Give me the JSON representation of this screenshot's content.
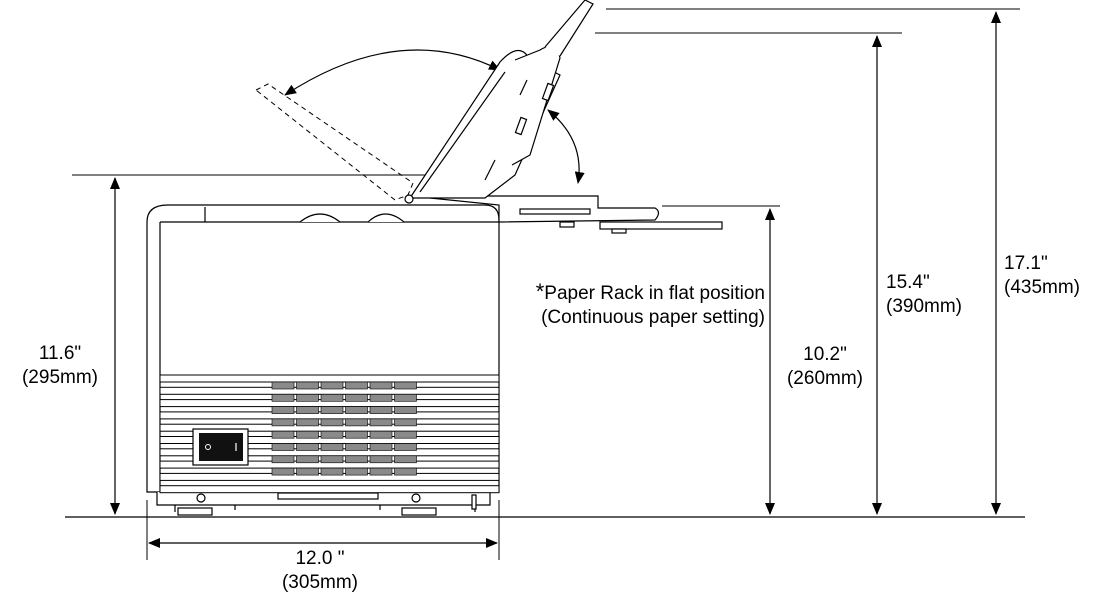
{
  "dimensions": {
    "height_main": {
      "inches": "11.6\"",
      "mm": "(295mm)"
    },
    "width": {
      "inches": "12.0 \"",
      "mm": "(305mm)"
    },
    "height_flat": {
      "inches": "10.2\"",
      "mm": "(260mm)"
    },
    "height_raised": {
      "inches": "15.4\"",
      "mm": "(390mm)"
    },
    "height_max": {
      "inches": "17.1\"",
      "mm": "(435mm)"
    }
  },
  "note": {
    "marker": "*",
    "line1": "Paper Rack in flat position",
    "line2": "(Continuous paper setting)"
  },
  "colors": {
    "line": "#000000",
    "vent_slot": "#8a8a8a",
    "switch": "#111111"
  }
}
